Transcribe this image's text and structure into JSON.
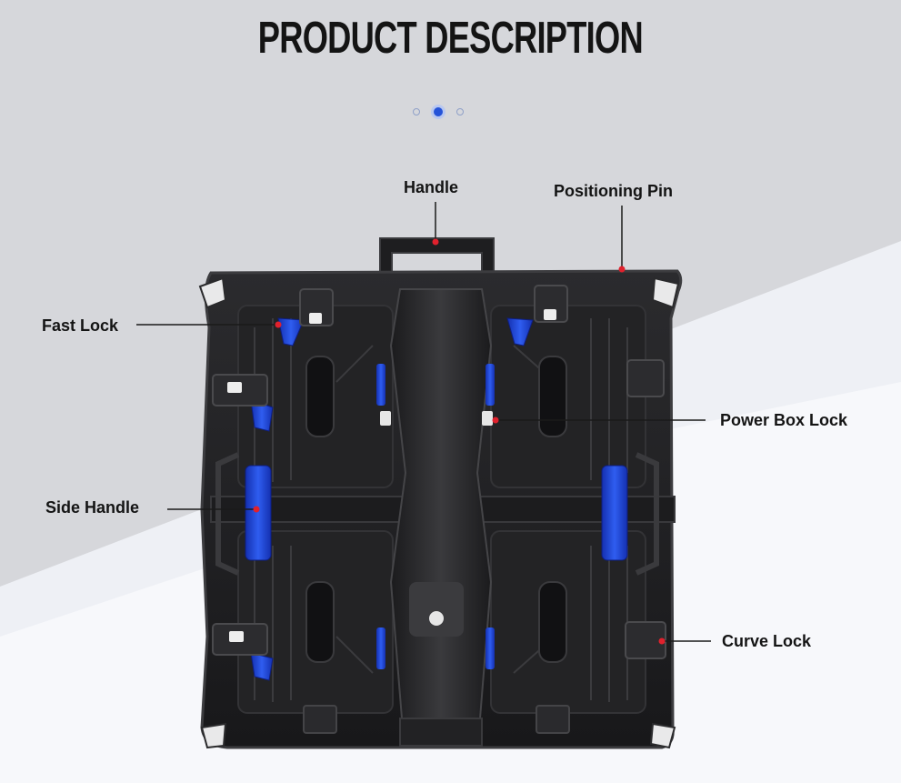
{
  "title": "PRODUCT DESCRIPTION",
  "carousel": {
    "total": 3,
    "active_index": 2
  },
  "labels": {
    "handle": "Handle",
    "positioning_pin": "Positioning Pin",
    "fast_lock": "Fast Lock",
    "power_box_lock": "Power Box Lock",
    "side_handle": "Side Handle",
    "curve_lock": "Curve Lock"
  },
  "colors": {
    "accent_blue": "#2553d8",
    "marker_red": "#e0212d",
    "cabinet": "#1f1f21"
  }
}
